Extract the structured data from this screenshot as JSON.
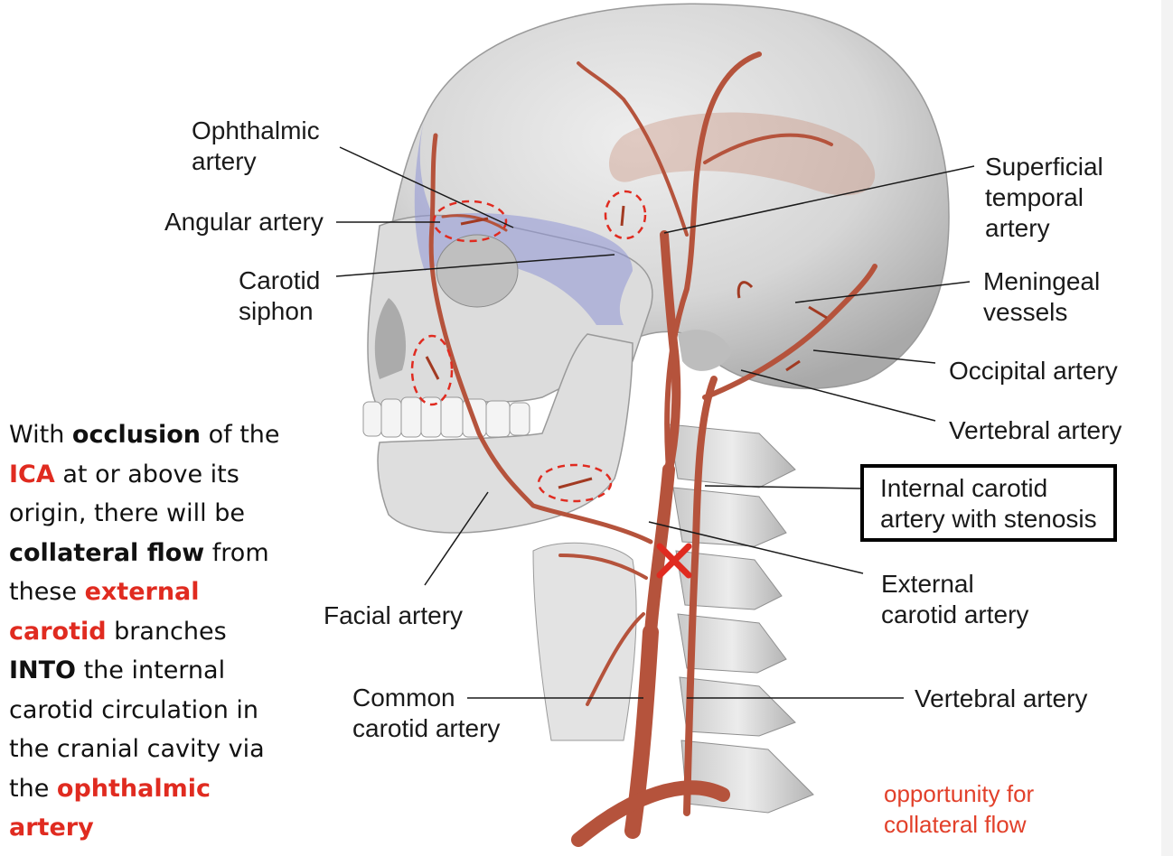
{
  "labels": {
    "ophthalmic_line1": "Ophthalmic",
    "ophthalmic_line2": "artery",
    "angular": "Angular artery",
    "carotid_siphon_line1": "Carotid",
    "carotid_siphon_line2": "siphon",
    "superficial_line1": "Superficial",
    "superficial_line2": "temporal",
    "superficial_line3": "artery",
    "meningeal_line1": "Meningeal",
    "meningeal_line2": "vessels",
    "occipital": "Occipital artery",
    "vertebral_upper": "Vertebral artery",
    "ica_stenosis_line1": "Internal carotid",
    "ica_stenosis_line2": "artery with stenosis",
    "external_line1": "External",
    "external_line2": "carotid artery",
    "facial": "Facial artery",
    "common_line1": "Common",
    "common_line2": "carotid artery",
    "vertebral_lower": "Vertebral artery"
  },
  "note": {
    "p1": "With ",
    "occlusion": "occlusion",
    "p2": " of the ",
    "ica": "ICA",
    "p3": " at or above its origin, there will be ",
    "collateral": "collateral flow",
    "p4": " from these ",
    "external": "external carotid",
    "p5": " branches ",
    "into": "INTO",
    "p6": " the internal carotid circulation in the cranial cavity via the ",
    "ophthalmic": "ophthalmic artery"
  },
  "legend": {
    "line1": "opportunity for",
    "line2": "collateral flow"
  },
  "colors": {
    "artery": "#b5533c",
    "artery_dark": "#8e3a26",
    "bone": "#d9d9d9",
    "bone_shade": "#b9b9b9",
    "orbit_blue": "#8f95d6",
    "accent_red": "#e02b20",
    "collateral_text": "#e2402a"
  }
}
